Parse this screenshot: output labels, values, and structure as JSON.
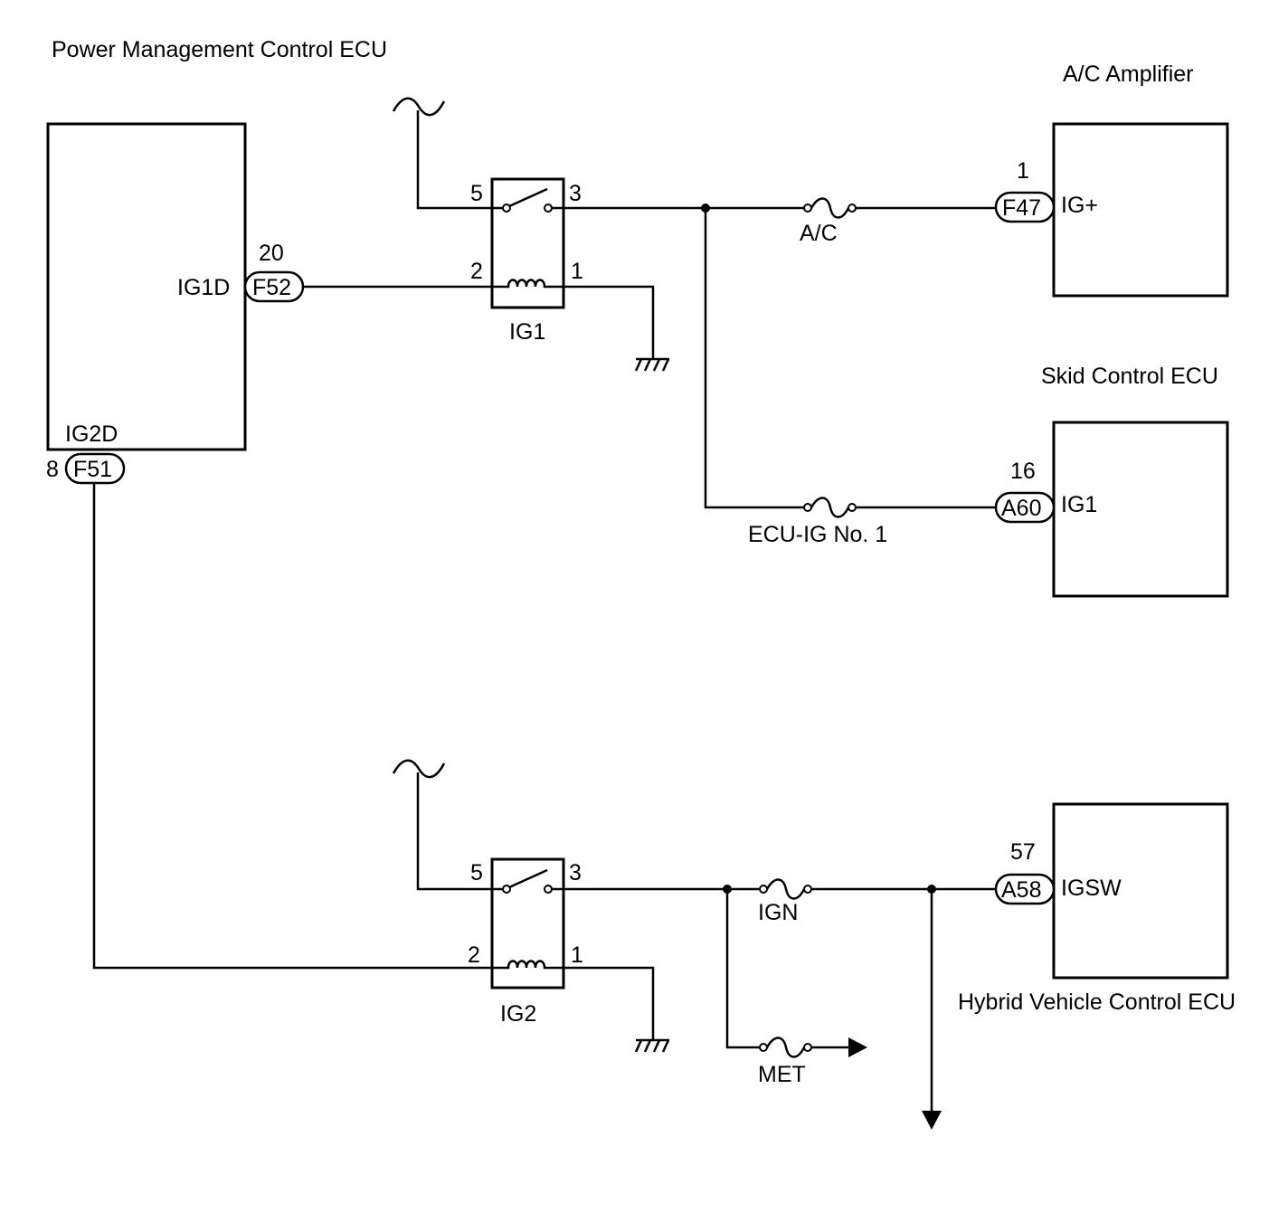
{
  "ecus": {
    "power_mgmt": "Power Management Control ECU",
    "ac_amp": "A/C Amplifier",
    "skid": "Skid Control ECU",
    "hybrid": "Hybrid Vehicle Control ECU"
  },
  "pins": {
    "ig1d_name": "IG1D",
    "ig1d_num": "20",
    "ig1d_conn": "F52",
    "ig2d_name": "IG2D",
    "ig2d_num": "8",
    "ig2d_conn": "F51",
    "igplus_name": "IG+",
    "igplus_num": "1",
    "igplus_conn": "F47",
    "ig1_name": "IG1",
    "ig1_num": "16",
    "ig1_conn": "A60",
    "igsw_name": "IGSW",
    "igsw_num": "57",
    "igsw_conn": "A58"
  },
  "relays": {
    "ig1": {
      "name": "IG1",
      "t5": "5",
      "t3": "3",
      "t2": "2",
      "t1": "1"
    },
    "ig2": {
      "name": "IG2",
      "t5": "5",
      "t3": "3",
      "t2": "2",
      "t1": "1"
    }
  },
  "fuses": {
    "ac": "A/C",
    "ecu_ig": "ECU-IG No. 1",
    "ign": "IGN",
    "met": "MET"
  }
}
